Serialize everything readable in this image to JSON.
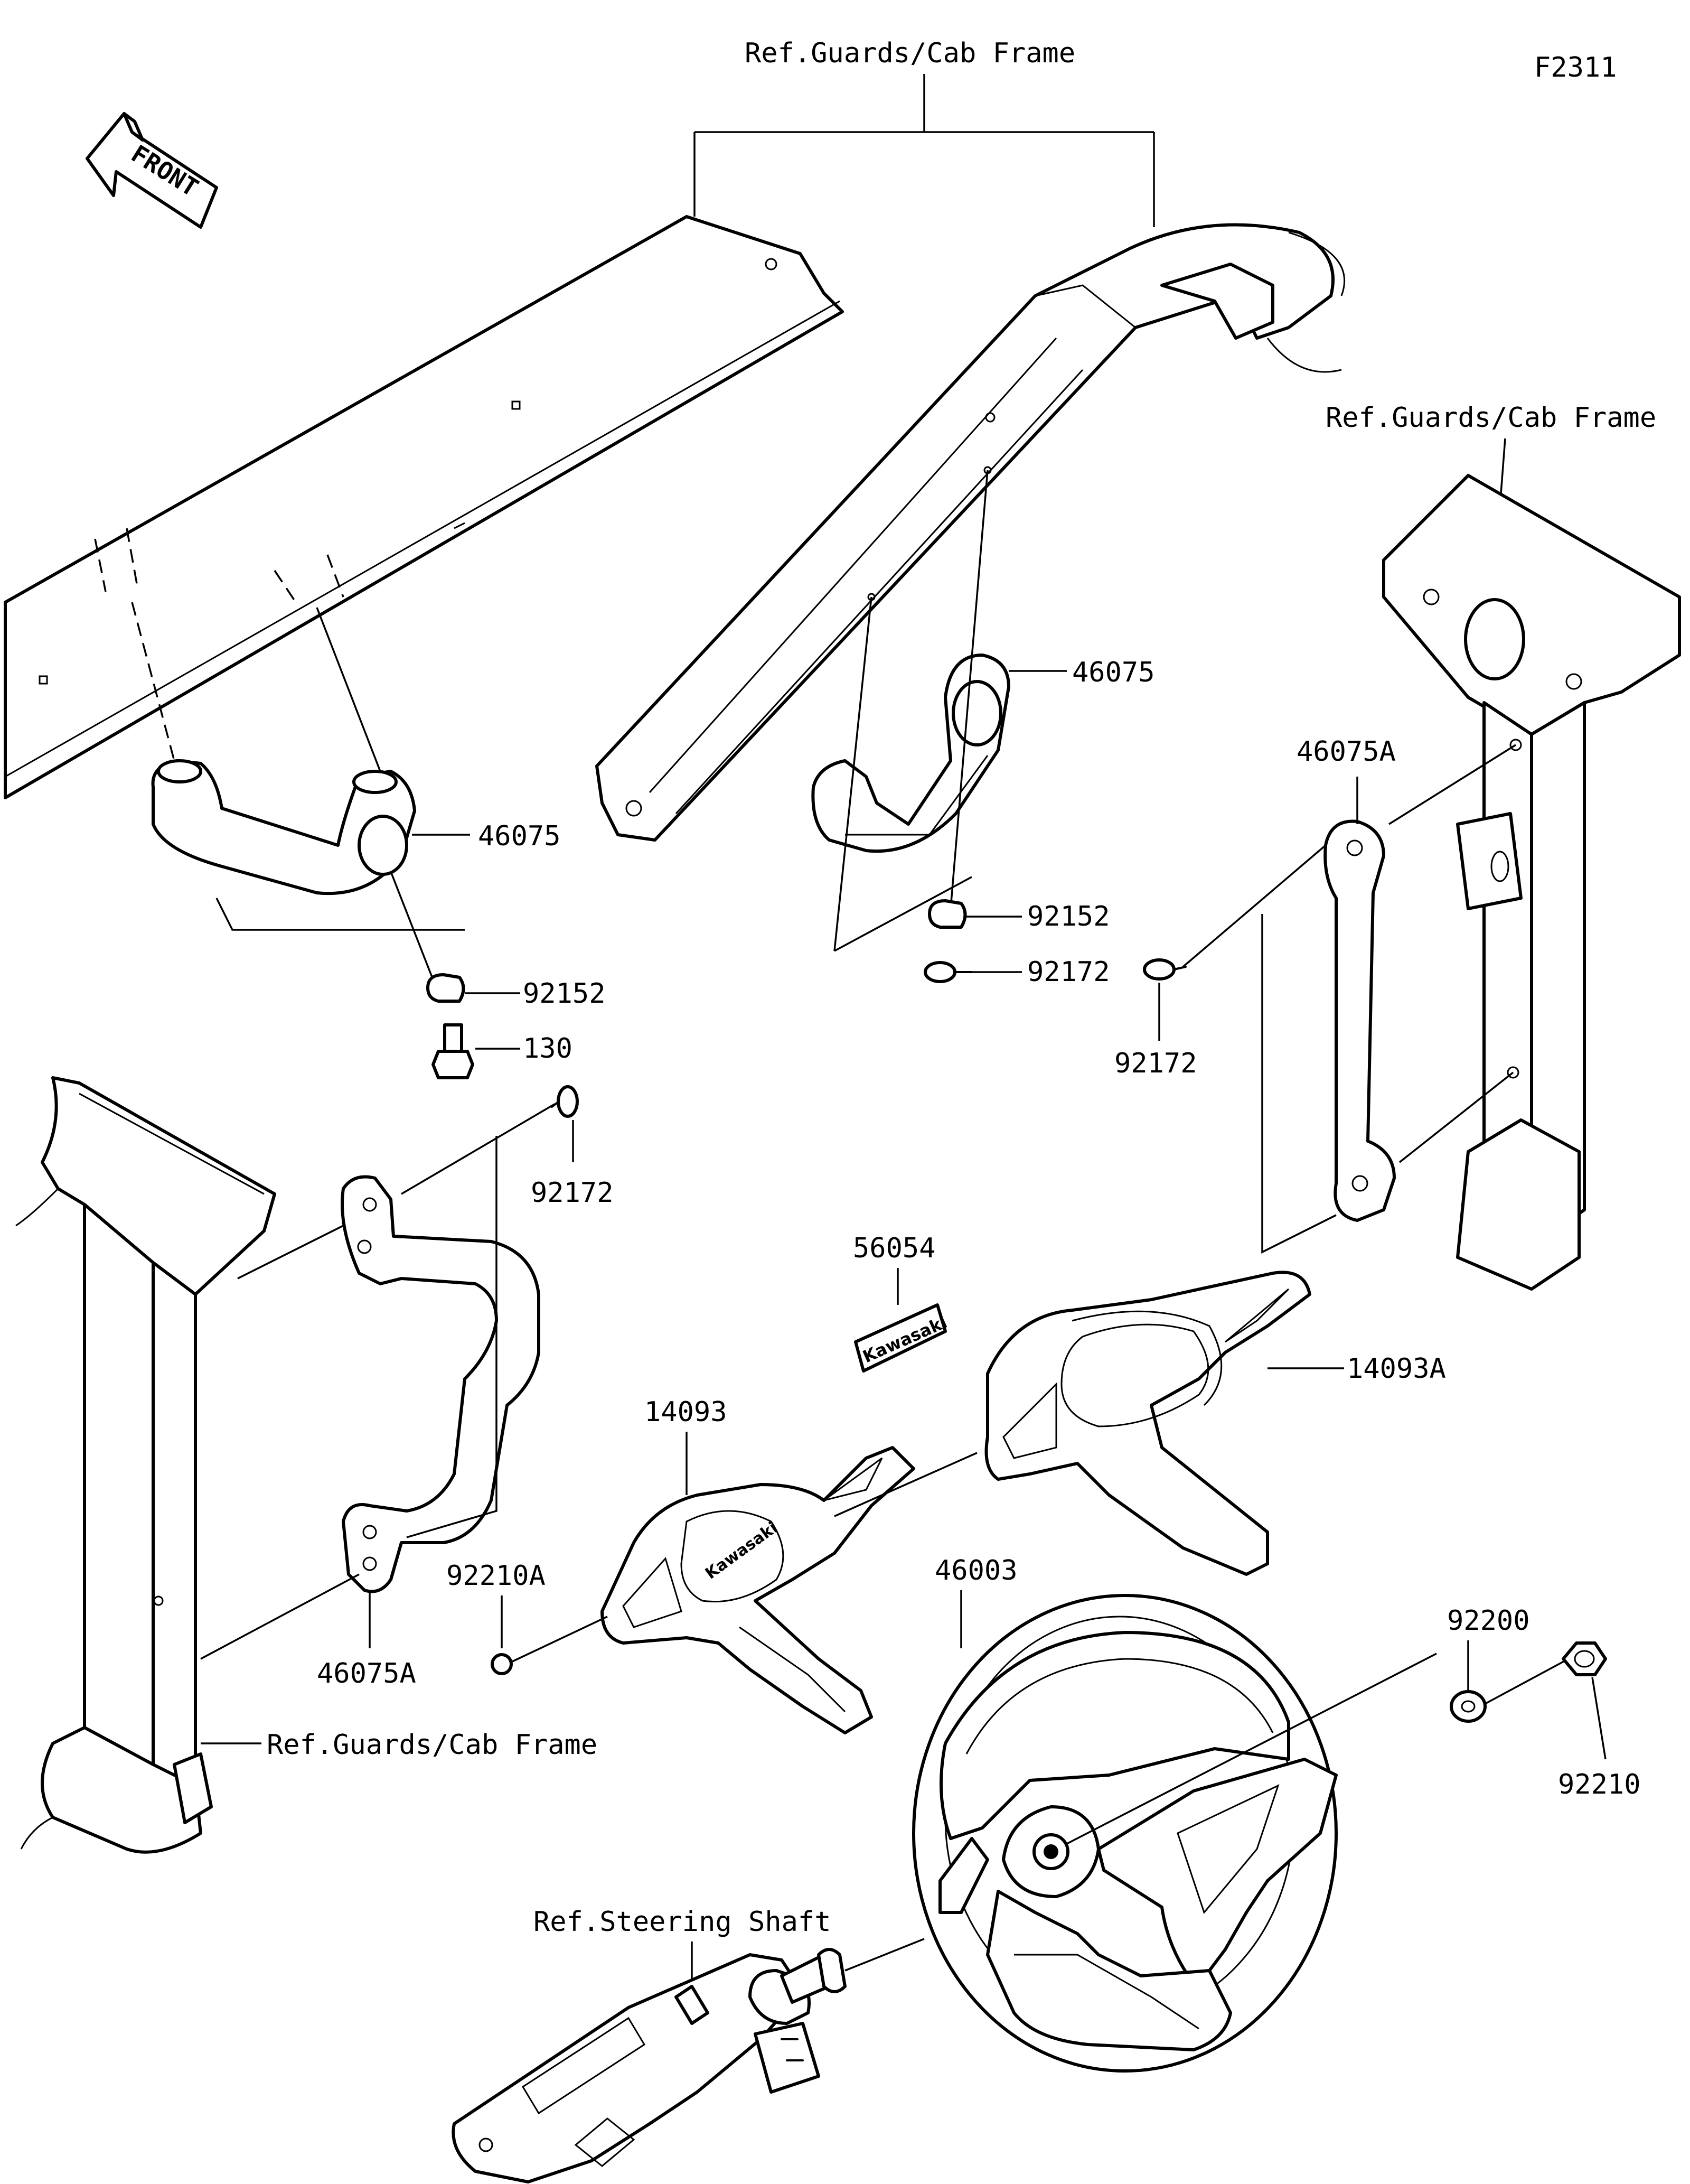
{
  "figure_code": "F2311",
  "front_label": "FRONT",
  "ref_labels": {
    "cab_frame_top": "Ref.Guards/Cab Frame",
    "cab_frame_right": "Ref.Guards/Cab Frame",
    "cab_frame_left": "Ref.Guards/Cab Frame",
    "steering_shaft": "Ref.Steering Shaft"
  },
  "part_labels": {
    "grip_left": "46075",
    "grip_center": "46075",
    "nut_left": "92152",
    "bolt_left": "130",
    "nut_center": "92152",
    "screw_center": "92172",
    "grip_right": "46075A",
    "screw_right": "92172",
    "screw_left": "92172",
    "grip_lower_left": "46075A",
    "emblem": "56054",
    "emblem_text": "Kawasaki",
    "cover_14093": "14093",
    "cover_14093A": "14093A",
    "screw_cover": "92210A",
    "steering_wheel": "46003",
    "washer": "92200",
    "nut_wheel": "92210"
  }
}
